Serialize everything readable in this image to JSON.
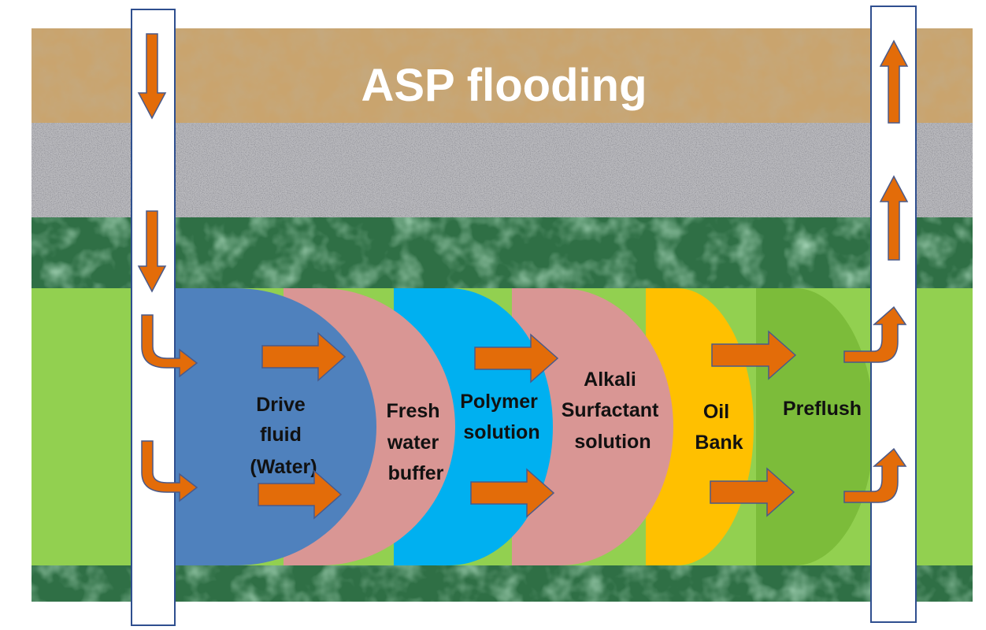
{
  "title": "ASP flooding",
  "layers": [
    {
      "name": "sandstone",
      "color": "#c9a46e"
    },
    {
      "name": "granite",
      "color": "#b9b9bd"
    },
    {
      "name": "green-rock",
      "color": "#2f6f45"
    },
    {
      "name": "reservoir",
      "color": "#92d050"
    },
    {
      "name": "green-rock-bottom",
      "color": "#2f6f45"
    }
  ],
  "zones": [
    {
      "id": "drive-fluid",
      "lines": [
        "Drive",
        "fluid",
        "(Water)"
      ],
      "color": "#4f81bd"
    },
    {
      "id": "fresh-water-buffer",
      "lines": [
        "Fresh",
        "water",
        "buffer"
      ],
      "color": "#d99694"
    },
    {
      "id": "polymer-solution",
      "lines": [
        "Polymer",
        "solution"
      ],
      "color": "#00b0f0"
    },
    {
      "id": "alkali-surfactant-solution",
      "lines": [
        "Alkali",
        "Surfactant",
        "solution"
      ],
      "color": "#d99694"
    },
    {
      "id": "oil-bank",
      "lines": [
        "Oil",
        "Bank"
      ],
      "color": "#ffc000"
    },
    {
      "id": "preflush",
      "lines": [
        "Preflush"
      ],
      "color": "#7cbc3a"
    }
  ],
  "colors": {
    "arrow": "#e36c09",
    "arrow_stroke": "#4a5a8a",
    "well_border": "#2f4f8f",
    "title": "#ffffff"
  }
}
